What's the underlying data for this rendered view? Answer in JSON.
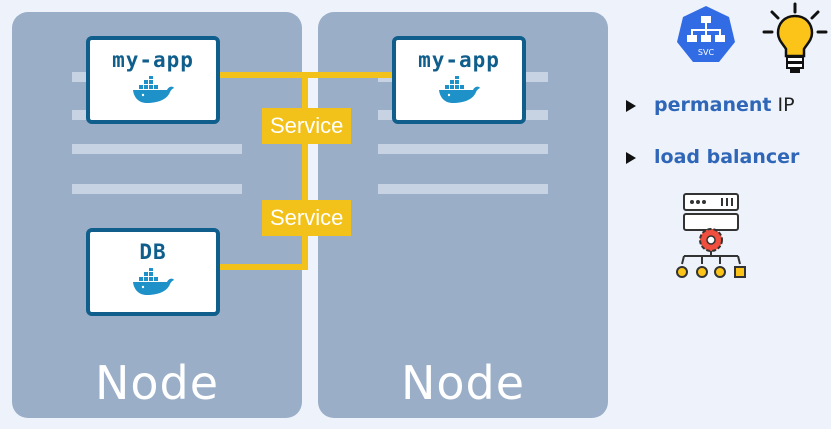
{
  "nodes": [
    {
      "label": "Node"
    },
    {
      "label": "Node"
    }
  ],
  "pods": {
    "app_left": "my-app",
    "app_right": "my-app",
    "db": "DB"
  },
  "services": [
    "Service",
    "Service"
  ],
  "svc_icon_text": "SVC",
  "legend": {
    "item1_bold": "permanent",
    "item1_rest": " IP",
    "item2": "load balancer"
  },
  "colors": {
    "node_bg": "#9aaec8",
    "pod_border": "#0f5e8c",
    "service": "#f2c21a",
    "k8s_blue": "#326ce5",
    "accent_blue": "#2f66b8"
  },
  "icons": [
    "docker-whale-icon",
    "kubernetes-svc-icon",
    "lightbulb-icon",
    "play-arrow-icon",
    "load-balancer-icon"
  ]
}
